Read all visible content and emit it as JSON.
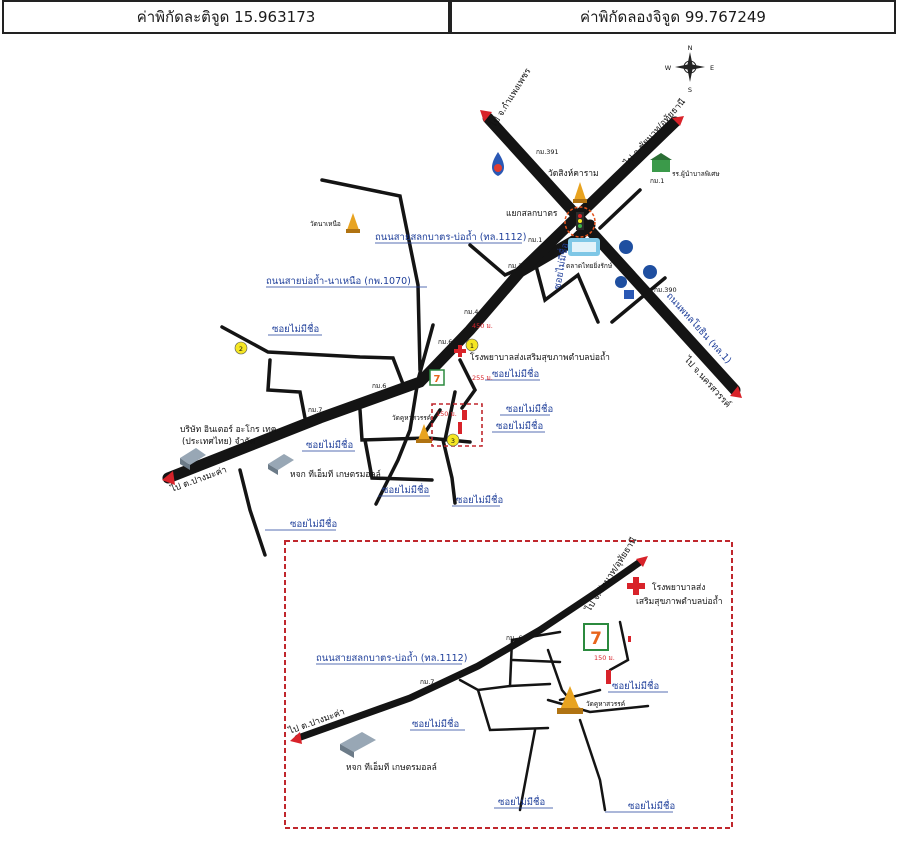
{
  "header": {
    "lat_label": "ค่าพิกัดละติจูด 15.963173",
    "lon_label": "ค่าพิกัดลองจิจูด 99.767249"
  },
  "compass": {
    "n": "N",
    "s": "S",
    "e": "E",
    "w": "W"
  },
  "main_map": {
    "dest_kamphaeng_phet": "ไป จ.กำแพงเพชร",
    "dest_chainat": "ไป จ.ชัยนาท/อุทัยธานี",
    "dest_nakhon_sawan": "ไป จ.นครสวรรค์",
    "dest_pang_makha": "ไป ต.ปางมะค่า",
    "road_1112": "ถนนสายสลกบาตร-บ่อถ้ำ (ทล.1112)",
    "road_1070": "ถนนสายบ่อถ้ำ-นาเหนือ (กพ.1070)",
    "road_phahonyothin": "ถนนพหลโยธิน (ทล.1)",
    "intersection": "แยกสลกบาตร",
    "wat_singkharam": "วัดสิงห์คาราม",
    "wat_na_nuea": "วัดนาเหนือ",
    "market": "ตลาดไทยยิ่งรักษ์",
    "school": "รร.ผู้นำบาลพิเศษ",
    "hospital": "โรงพยาบาลส่งเสริมสุขภาพตำบลบ่อถ้ำ",
    "wat_khuha": "วัดคูหาสวรรค์",
    "company": "บริษัท อินเตอร์ อะโกร เทค (ประเทศไทย) จำกัด",
    "company_line1": "บริษัท อินเตอร์ อะโกร เทค",
    "company_line2": "(ประเทศไทย) จำกัด",
    "tmt": "หจก ทีเอ็มที เกษตรมอลล์",
    "soi": "ซอยไม่มีชื่อ",
    "km_391": "กม.391",
    "km_1": "กม.1",
    "km_390": "กม.390",
    "km_3": "กม.3",
    "km_4": "กม.4",
    "km_6": "กม.6",
    "km_7": "กม.7",
    "dist_450": "450 ม.",
    "dist_255": "255 ม.",
    "dist_150": "150 ม.",
    "marker_1": "1",
    "marker_2": "2",
    "marker_3": "3"
  },
  "inset_map": {
    "dest_chainat": "ไป จ.ชัยนาท/อุทัยธานี",
    "dest_pang_makha": "ไป ต.ปางมะค่า",
    "road_1112": "ถนนสายสลกบาตร-บ่อถ้ำ (ทล.1112)",
    "hospital_line1": "โรงพยาบาลส่ง",
    "hospital_line2": "เสริมสุขภาพตำบลบ่อถ้ำ",
    "wat_khuha": "วัดคูหาสวรรค์",
    "tmt": "หจก ทีเอ็มที เกษตรมอลล์",
    "soi": "ซอยไม่มีชื่อ",
    "km_6": "กม. 6",
    "km_7": "กม.7",
    "dist_150": "150 ม."
  },
  "colors": {
    "road": "#141414",
    "arrow_red": "#d8232a",
    "road_label": "#1f3f9a",
    "inset_border": "#c0272d",
    "marker_yellow": "#f5e623"
  }
}
